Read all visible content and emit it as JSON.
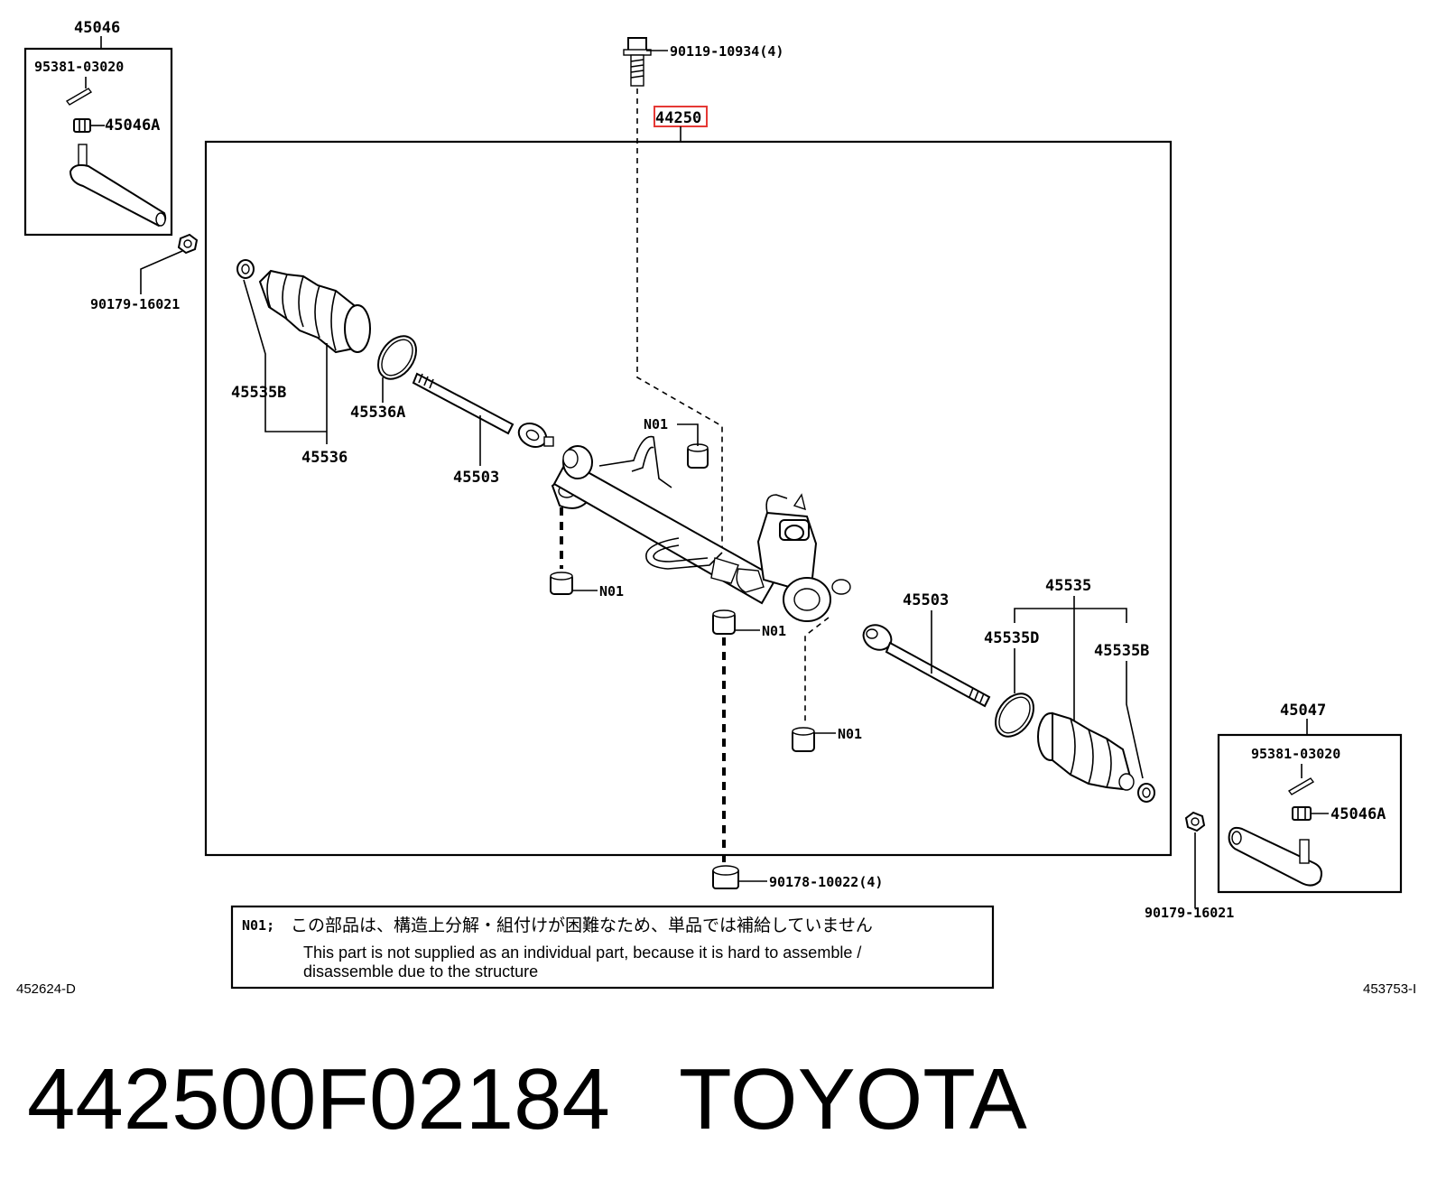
{
  "labels": {
    "main_assembly": "44250",
    "bolt_top": "90119-10934(4)",
    "nut_bottom": "90178-10022(4)",
    "tie_rod_end_left_group": "45046",
    "tie_rod_end_right_group": "45047",
    "cotter_pin_left": "95381-03020",
    "cotter_pin_right": "95381-03020",
    "castle_nut_left": "45046A",
    "castle_nut_right": "45046A",
    "lock_nut_left": "90179-16021",
    "lock_nut_right": "90179-16021",
    "clip_left": "45535B",
    "clip_right": "45535B",
    "boot_band_left": "45536A",
    "boot_left": "45536",
    "rack_end_left": "45503",
    "rack_end_right": "45503",
    "boot_right_group": "45535",
    "boot_band_right": "45535D",
    "n01_pipe": "N01",
    "n01_left": "N01",
    "n01_center": "N01",
    "n01_right": "N01"
  },
  "note": {
    "code": "N01;",
    "japanese": "この部品は、構造上分解・組付けが困難なため、単品では補給していません",
    "english_line1": "This part is not supplied as an individual part, because it is hard to assemble /",
    "english_line2": "disassemble due to the structure"
  },
  "figure_ids": {
    "left": "452624-D",
    "right": "453753-I"
  },
  "title": {
    "part_number": "442500F02184",
    "brand": "TOYOTA"
  },
  "colors": {
    "highlight": "#e53935",
    "ink": "#000000"
  }
}
